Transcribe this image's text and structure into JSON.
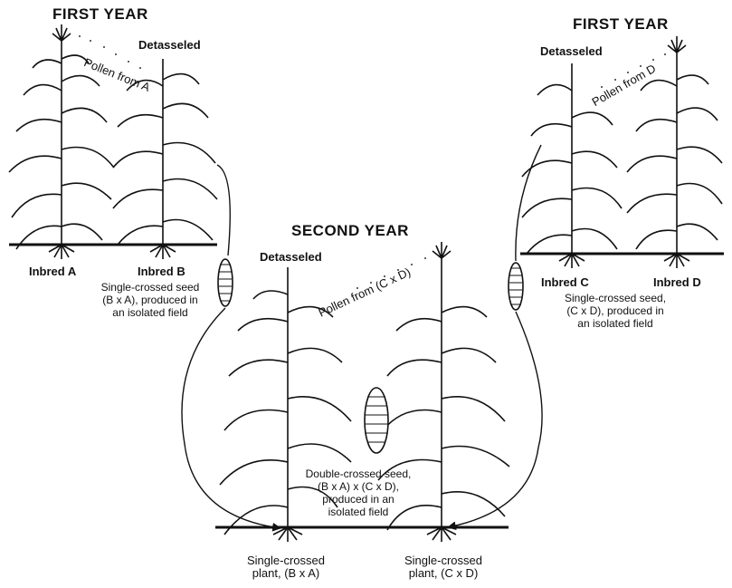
{
  "titles": {
    "first_year_left": "FIRST YEAR",
    "first_year_right": "FIRST YEAR",
    "second_year": "SECOND YEAR"
  },
  "labels": {
    "detasseled_left": "Detasseled",
    "detasseled_right": "Detasseled",
    "detasseled_center": "Detasseled",
    "pollen_a": "Pollen from A",
    "pollen_d": "Pollen from D",
    "pollen_cd": "Pollen from (C x D)",
    "inbred_a": "Inbred A",
    "inbred_b": "Inbred B",
    "inbred_c": "Inbred C",
    "inbred_d": "Inbred D"
  },
  "captions": {
    "single_ba_1": "Single-crossed seed",
    "single_ba_2": "(B x A), produced in",
    "single_ba_3": "an isolated field",
    "single_cd_1": "Single-crossed seed,",
    "single_cd_2": "(C x D), produced in",
    "single_cd_3": "an isolated field",
    "double_1": "Double-crossed seed,",
    "double_2": "(B x A) x (C x D),",
    "double_3": "produced in an",
    "double_4": "isolated field",
    "plant_ba_1": "Single-crossed",
    "plant_ba_2": "plant, (B x A)",
    "plant_cd_1": "Single-crossed",
    "plant_cd_2": "plant, (C x D)"
  }
}
